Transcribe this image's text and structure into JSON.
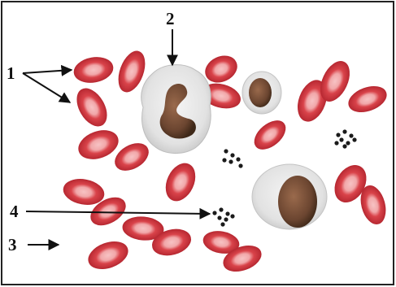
{
  "labels": {
    "l1": "1",
    "l2": "2",
    "l3": "3",
    "l4": "4"
  },
  "colors": {
    "rbc_fill": "#d9434a",
    "rbc_center": "#f1a7a9",
    "rbc_edge": "#b92a33",
    "wbc_cytoplasm": "#e6e6e6",
    "wbc_nucleus": "#6b4530",
    "platelet": "#1b1b1b",
    "arrow": "#111111",
    "border": "#222222"
  }
}
